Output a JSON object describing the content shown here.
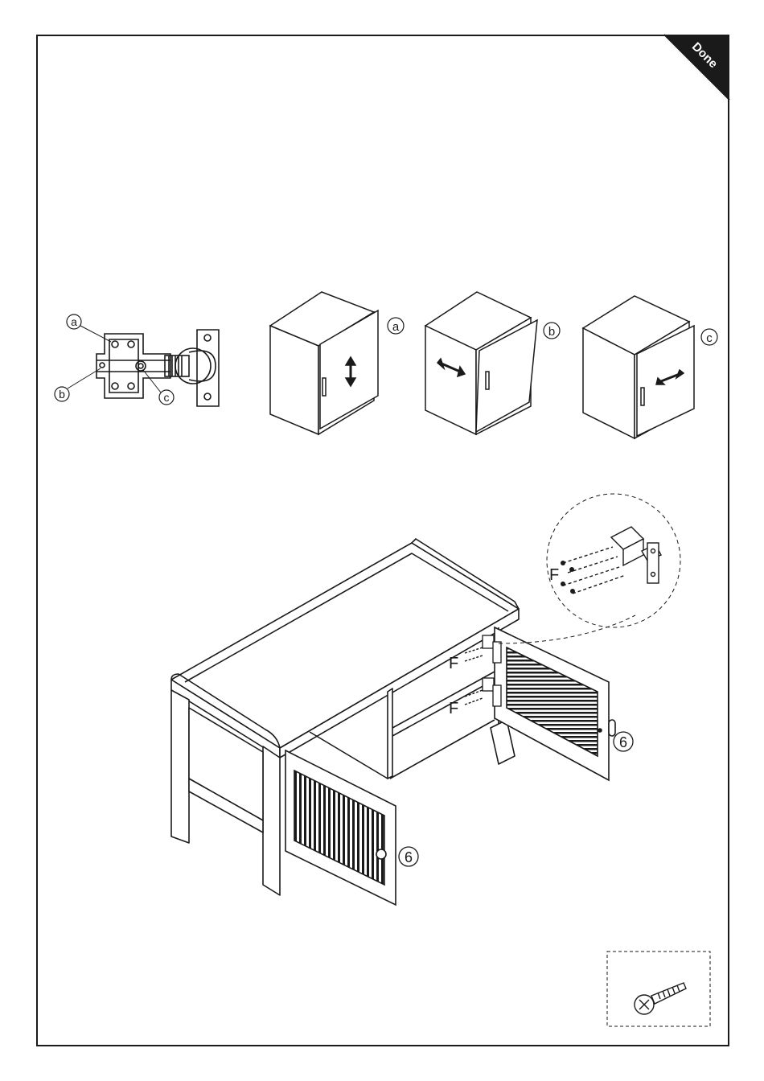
{
  "status": {
    "done_label": "Done"
  },
  "hinge_detail": {
    "labels": {
      "a": "a",
      "b": "b",
      "c": "c"
    }
  },
  "adjustments": [
    {
      "label": "a",
      "direction": "vertical"
    },
    {
      "label": "b",
      "direction": "horizontal"
    },
    {
      "label": "c",
      "direction": "depth"
    }
  ],
  "assembly": {
    "part_number": "6",
    "fastener_label": "F"
  },
  "colors": {
    "ink": "#1a1a1a",
    "paper": "#ffffff"
  }
}
